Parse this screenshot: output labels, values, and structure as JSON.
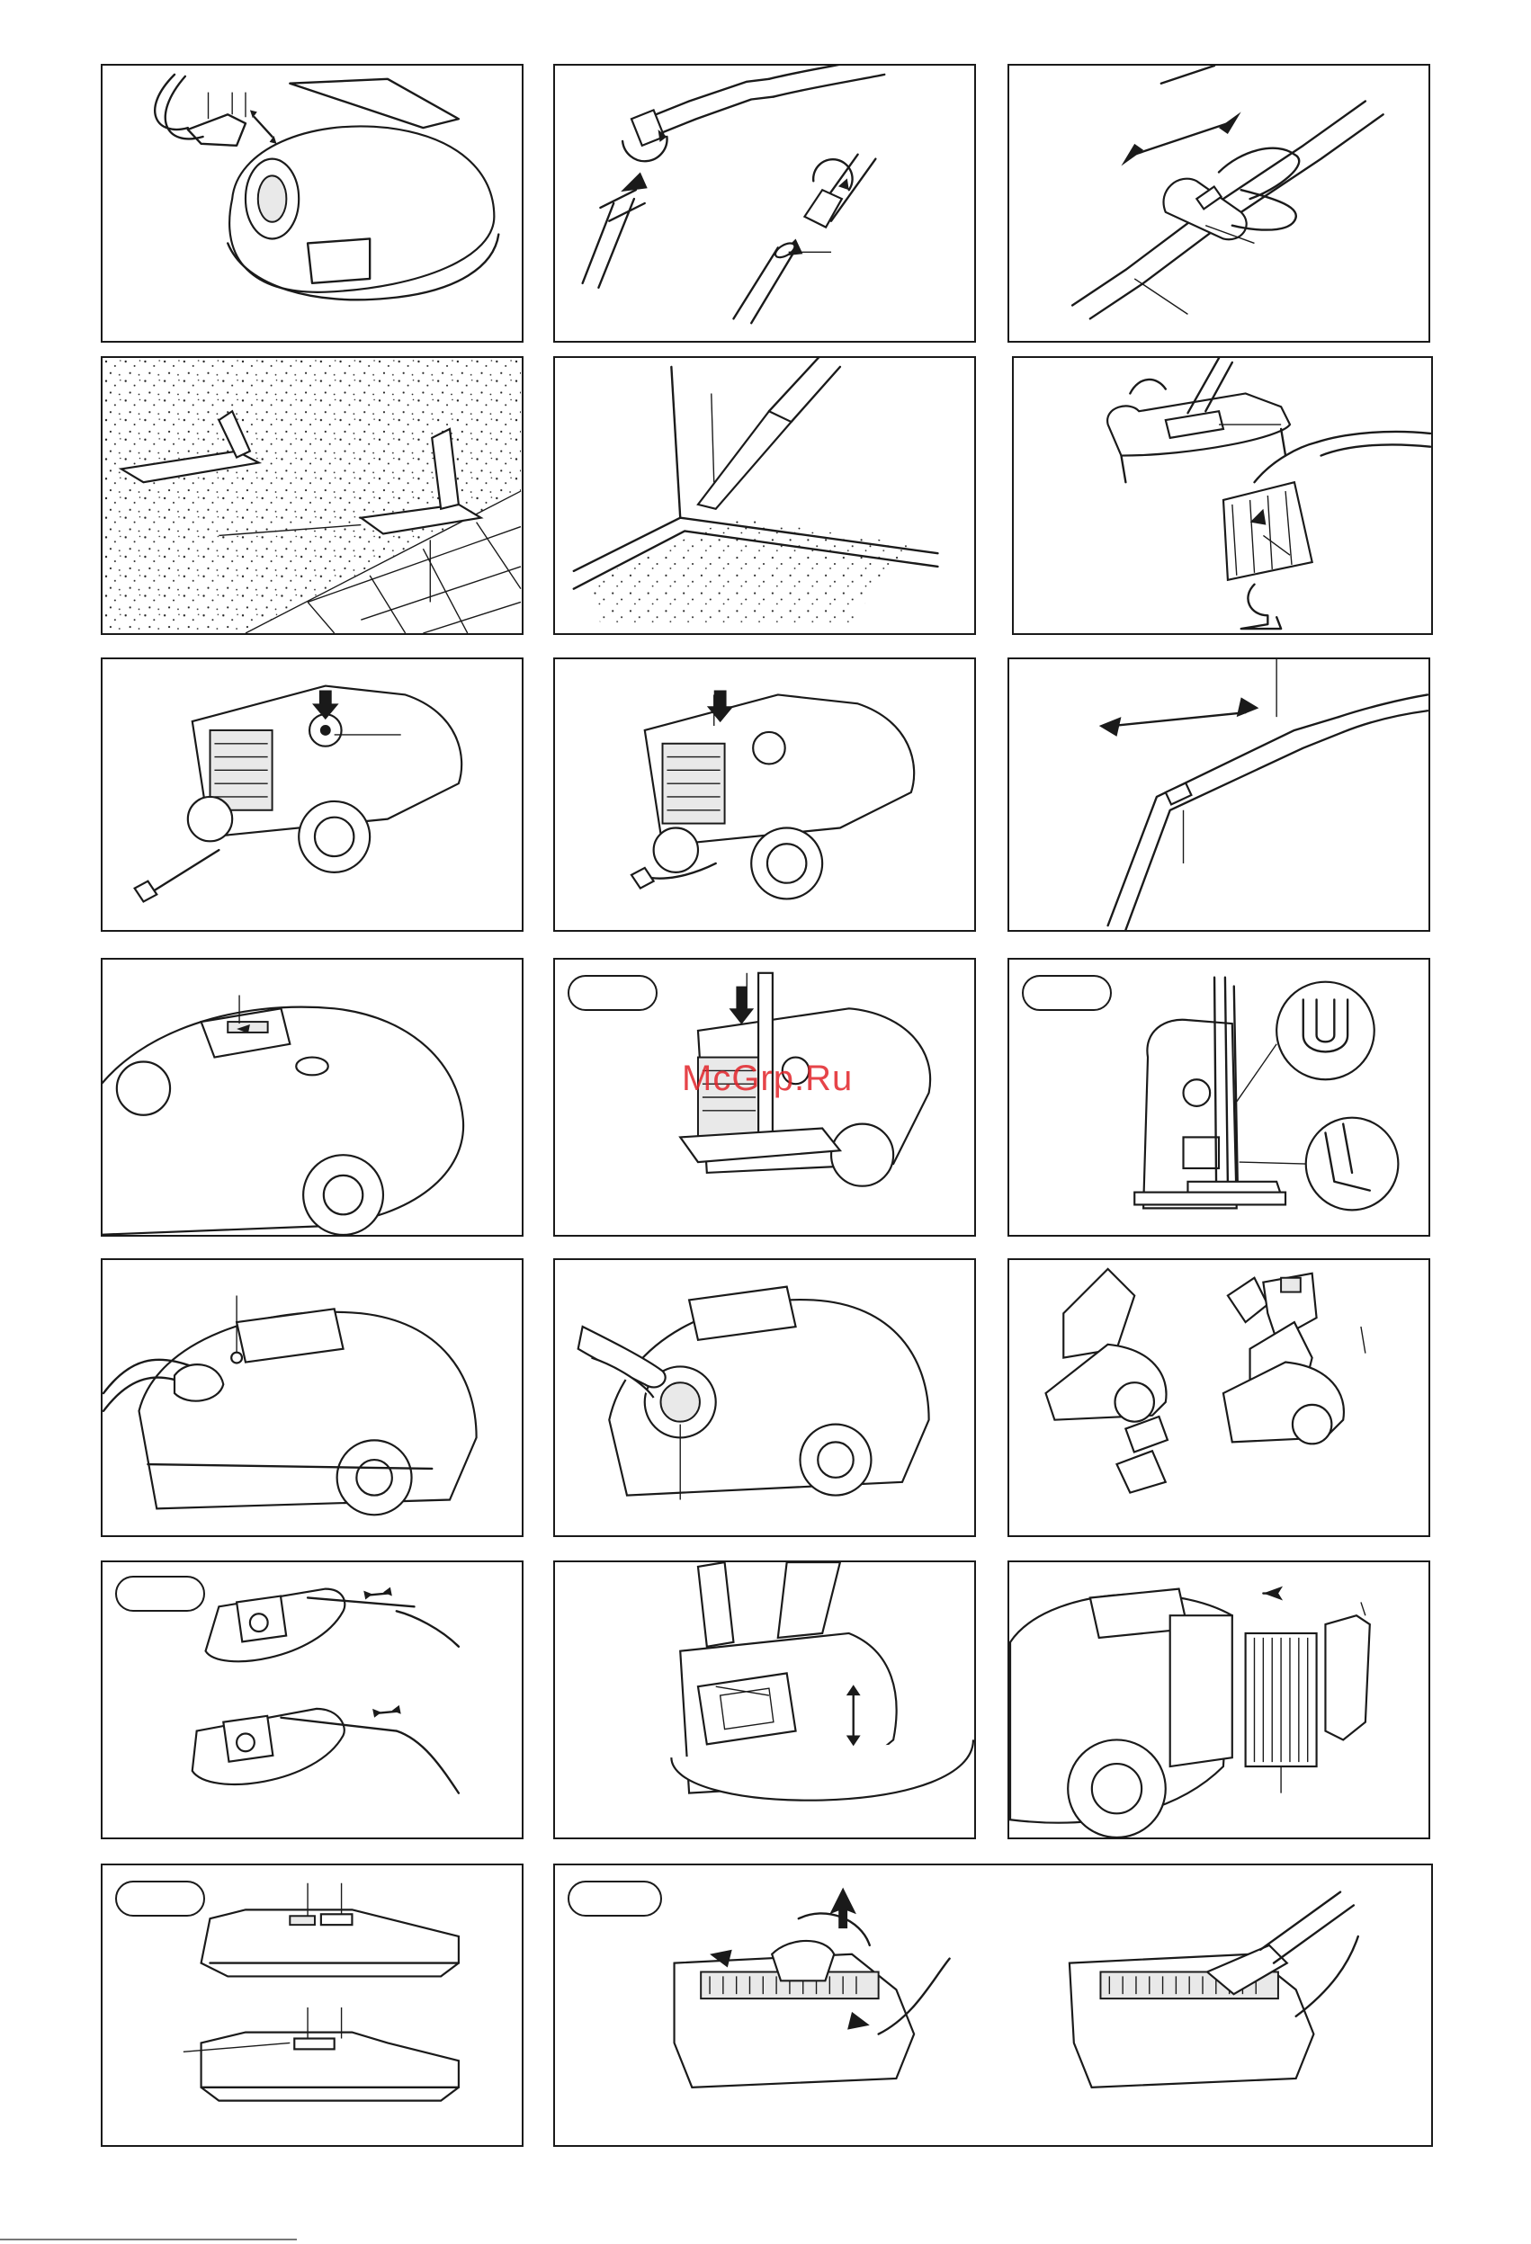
{
  "watermark": {
    "text": "McGrp.Ru",
    "color": "#e2242a"
  },
  "panels": [
    {
      "id": "hose-connect",
      "icon": "hose-attach-illustration"
    },
    {
      "id": "tube-twist",
      "icon": "tube-connect-illustration"
    },
    {
      "id": "telescopic-adjust",
      "icon": "telescopic-tube-illustration"
    },
    {
      "id": "floor-nozzle",
      "icon": "floor-nozzle-illustration"
    },
    {
      "id": "crevice-tool",
      "icon": "crevice-tool-illustration"
    },
    {
      "id": "upholstery-tool",
      "icon": "upholstery-nozzle-illustration"
    },
    {
      "id": "power-button",
      "icon": "power-button-illustration"
    },
    {
      "id": "cord-rewind",
      "icon": "cord-rewind-illustration"
    },
    {
      "id": "air-regulator",
      "icon": "airflow-slide-illustration"
    },
    {
      "id": "power-slider",
      "icon": "power-regulator-illustration"
    },
    {
      "id": "parking-horizontal",
      "icon": "parking-position-illustration"
    },
    {
      "id": "parking-vertical",
      "icon": "vertical-storage-illustration"
    },
    {
      "id": "bag-indicator",
      "icon": "dust-bag-indicator-illustration"
    },
    {
      "id": "open-lid",
      "icon": "open-cover-illustration"
    },
    {
      "id": "bag-holder",
      "icon": "bag-holder-illustration"
    },
    {
      "id": "bag-seal",
      "icon": "bag-close-illustration"
    },
    {
      "id": "bag-insert",
      "icon": "bag-insert-illustration"
    },
    {
      "id": "exhaust-filter",
      "icon": "exhaust-filter-illustration"
    },
    {
      "id": "nozzle-switch",
      "icon": "nozzle-switch-illustration"
    },
    {
      "id": "turbo-brush",
      "icon": "turbo-brush-illustration"
    }
  ]
}
